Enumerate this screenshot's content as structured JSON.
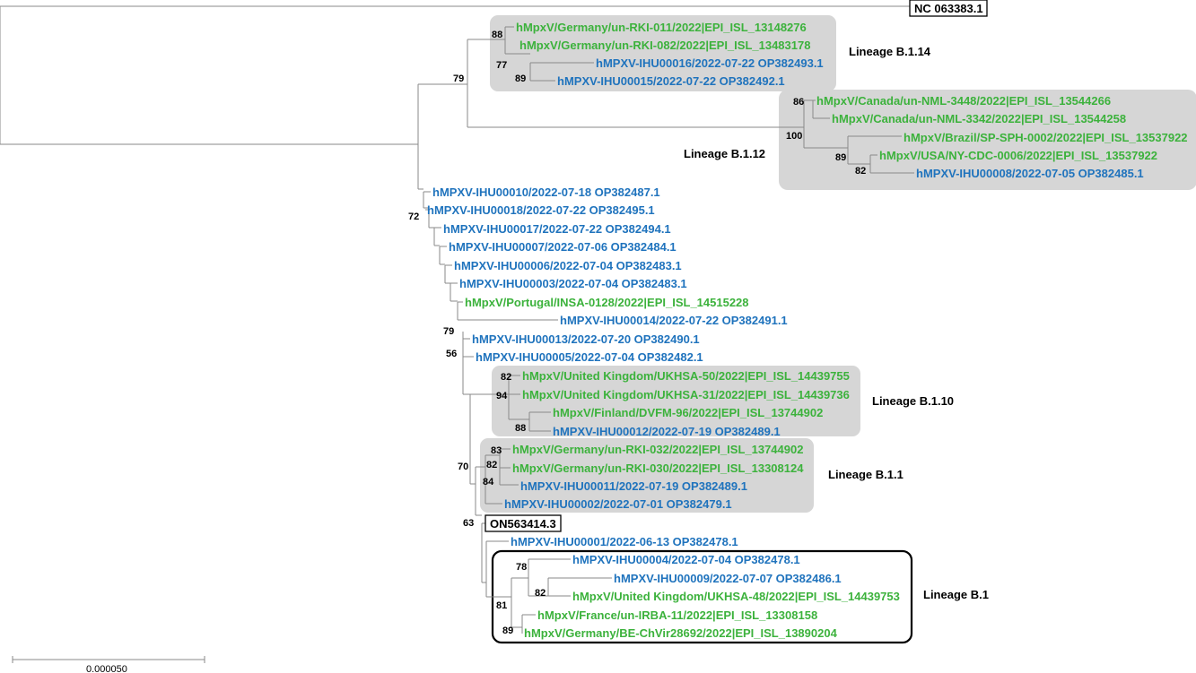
{
  "colors": {
    "ihu_taxa": "#1f73bd",
    "reference_taxa": "#3cb23c",
    "group_fill": "#d6d6d6"
  },
  "references": {
    "root_ref": "NC 063383.1",
    "b1_ref": "ON563414.3"
  },
  "lineages": {
    "b1_14": "Lineage B.1.14",
    "b1_12": "Lineage B.1.12",
    "b1_10": "Lineage B.1.10",
    "b1_1": "Lineage B.1.1",
    "b1": "Lineage B.1"
  },
  "taxa": [
    "hMpxV/Germany/un-RKI-011/2022|EPI_ISL_13148276",
    "hMpxV/Germany/un-RKI-082/2022|EPI_ISL_13483178",
    "hMPXV-IHU00016/2022-07-22 OP382493.1",
    "hMPXV-IHU00015/2022-07-22 OP382492.1",
    "hMpxV/Canada/un-NML-3448/2022|EPI_ISL_13544266",
    "hMpxV/Canada/un-NML-3342/2022|EPI_ISL_13544258",
    "hMpxV/Brazil/SP-SPH-0002/2022|EPI_ISL_13537922",
    "hMpxV/USA/NY-CDC-0006/2022|EPI_ISL_13537922",
    "hMPXV-IHU00008/2022-07-05 OP382485.1",
    "hMPXV-IHU00010/2022-07-18 OP382487.1",
    "hMPXV-IHU00018/2022-07-22 OP382495.1",
    "hMPXV-IHU00017/2022-07-22 OP382494.1",
    "hMPXV-IHU00007/2022-07-06 OP382484.1",
    "hMPXV-IHU00006/2022-07-04 OP382483.1",
    "hMPXV-IHU00003/2022-07-04 OP382483.1",
    "hMpxV/Portugal/INSA-0128/2022|EPI_ISL_14515228",
    "hMPXV-IHU00014/2022-07-22 OP382491.1",
    "hMPXV-IHU00013/2022-07-20 OP382490.1",
    "hMPXV-IHU00005/2022-07-04 OP382482.1",
    "hMpxV/United Kingdom/UKHSA-50/2022|EPI_ISL_14439755",
    "hMpxV/United Kingdom/UKHSA-31/2022|EPI_ISL_14439736",
    "hMpxV/Finland/DVFM-96/2022|EPI_ISL_13744902",
    "hMPXV-IHU00012/2022-07-19 OP382489.1",
    "hMpxV/Germany/un-RKI-032/2022|EPI_ISL_13744902",
    "hMpxV/Germany/un-RKI-030/2022|EPI_ISL_13308124",
    "hMPXV-IHU00011/2022-07-19 OP382489.1",
    "hMPXV-IHU00002/2022-07-01 OP382479.1",
    "hMPXV-IHU00001/2022-06-13 OP382478.1",
    "hMPXV-IHU00004/2022-07-04 OP382478.1",
    "hMPXV-IHU00009/2022-07-07 OP382486.1",
    "hMpxV/United Kingdom/UKHSA-48/2022|EPI_ISL_14439753",
    "hMpxV/France/un-IRBA-11/2022|EPI_ISL_13308158",
    "hMpxV/Germany/BE-ChVir28692/2022|EPI_ISL_13890204"
  ],
  "bootstrap": [
    "88",
    "77",
    "89",
    "79",
    "86",
    "100",
    "89",
    "82",
    "72",
    "79",
    "56",
    "82",
    "94",
    "88",
    "83",
    "82",
    "84",
    "70",
    "63",
    "78",
    "82",
    "81",
    "89"
  ],
  "scale_bar": "0.000050"
}
